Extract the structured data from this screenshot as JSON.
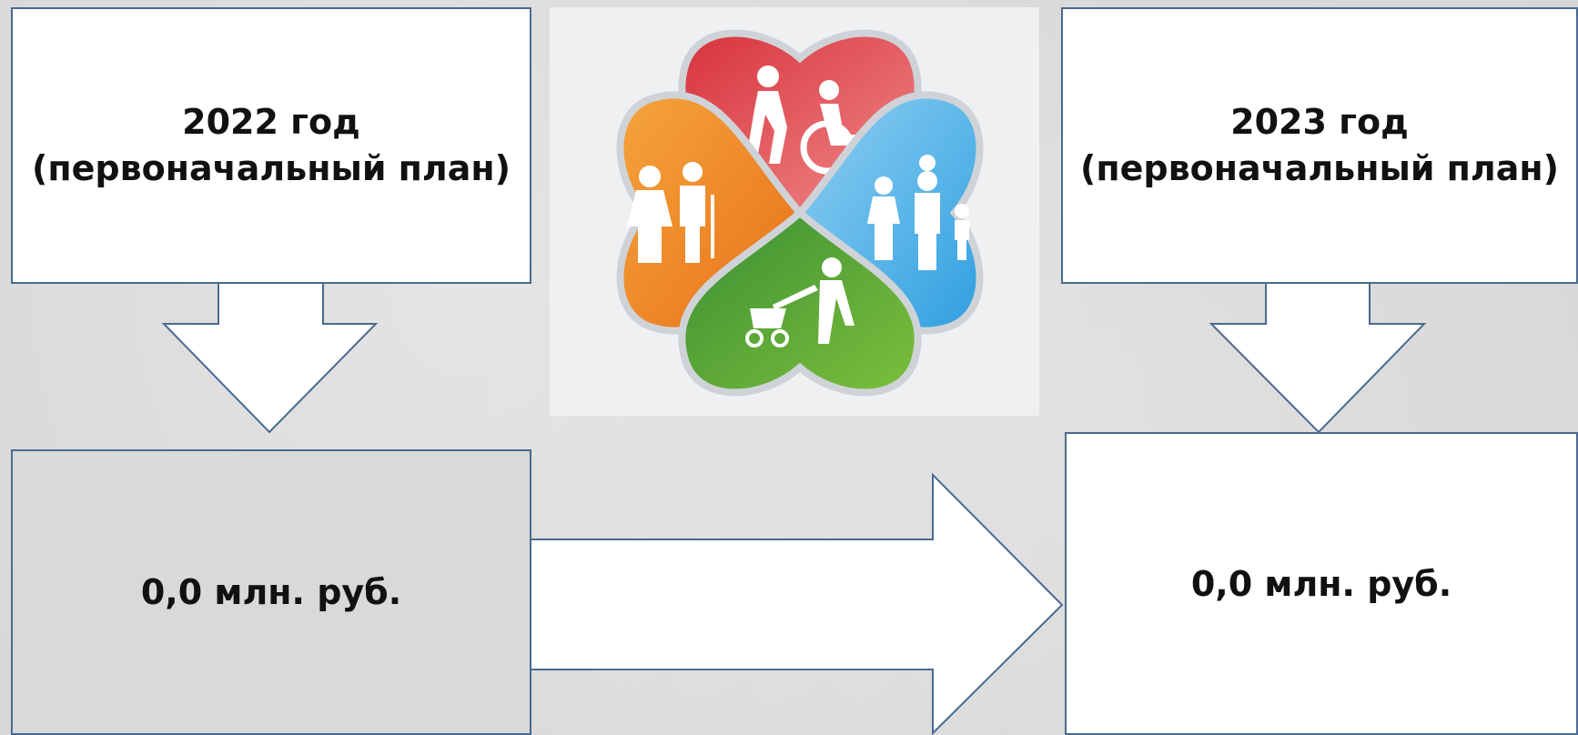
{
  "left": {
    "title_year": "2022 год",
    "title_note": "(первоначальный план)",
    "value": "0,0 млн. руб."
  },
  "right": {
    "title_year": "2023 год",
    "title_note": "(первоначальный план)",
    "value": "0,0 млн. руб."
  },
  "logo": {
    "icon": "family-heart-clover-icon",
    "petal_colors": {
      "top": "#e04a52",
      "left": "#f08a24",
      "right": "#4ab3e8",
      "bottom": "#4fa640"
    }
  },
  "colors": {
    "border": "#4a6a8f",
    "box_white": "#ffffff",
    "box_grey": "#d9d9d9"
  }
}
